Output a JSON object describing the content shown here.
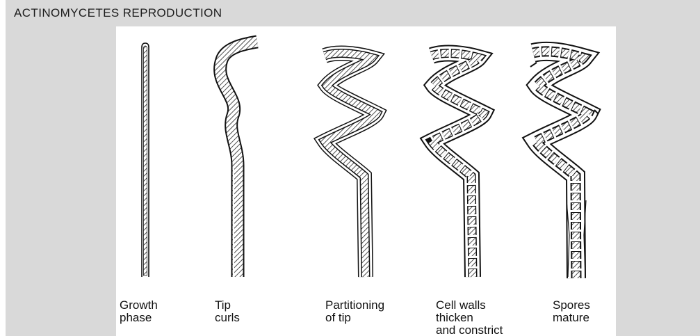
{
  "title": "ACTINOMYCETES REPRODUCTION",
  "stages": [
    {
      "line1": "Growth",
      "line2": "phase",
      "line3": ""
    },
    {
      "line1": "Tip",
      "line2": "curls",
      "line3": ""
    },
    {
      "line1": "Partitioning",
      "line2": "of tip",
      "line3": ""
    },
    {
      "line1": "Cell walls",
      "line2": "thicken",
      "line3": "and constrict"
    },
    {
      "line1": "Spores",
      "line2": "mature",
      "line3": ""
    }
  ],
  "colors": {
    "background": "#d9d9d9",
    "panel": "#ffffff",
    "ink": "#111111"
  }
}
